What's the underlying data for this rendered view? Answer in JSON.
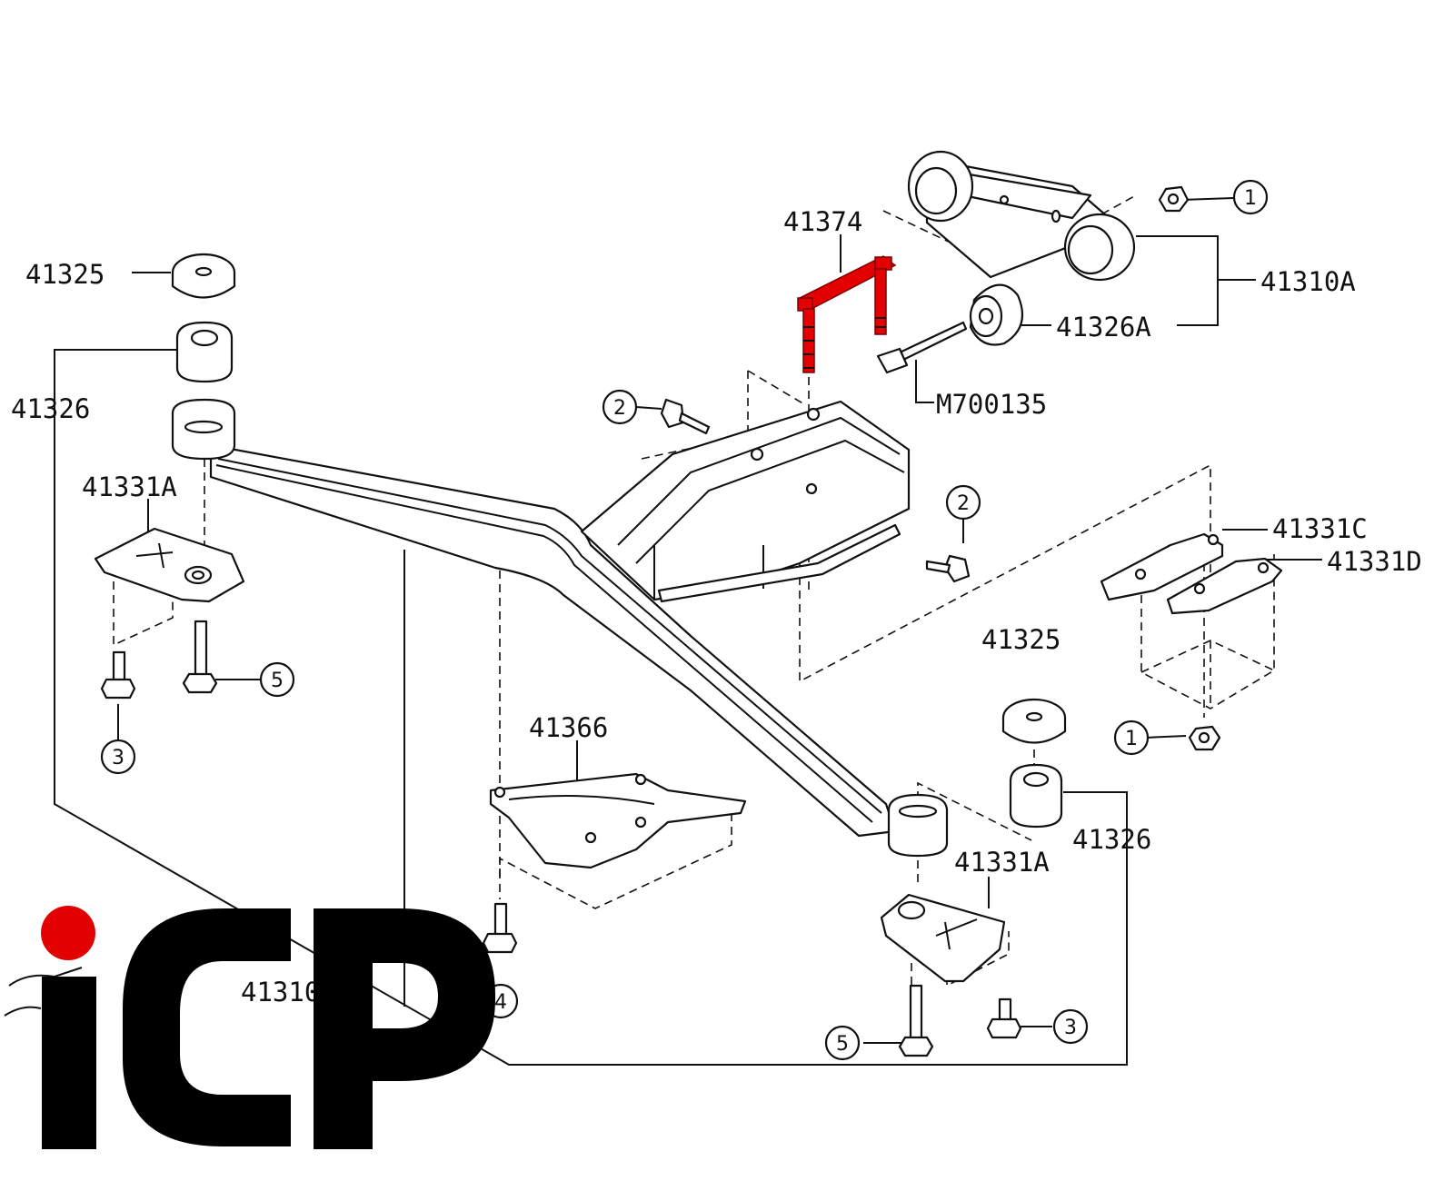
{
  "labels": {
    "p41374": "41374",
    "p41310a": "41310A",
    "p41326a": "41326A",
    "pm700135": "M700135",
    "p41325_left": "41325",
    "p41326_left": "41326",
    "p41331a_left": "41331A",
    "p41331c": "41331C",
    "p41331d": "41331D",
    "p41325_right": "41325",
    "p41326_right": "41326",
    "p41366": "41366",
    "p41331a_right": "41331A",
    "p41310": "41310"
  },
  "callouts": {
    "c1_top": "1",
    "c1_right": "1",
    "c2_left": "2",
    "c2_right": "2",
    "c3_left": "3",
    "c3_right": "3",
    "c4": "4",
    "c5_left": "5",
    "c5_right": "5"
  },
  "logo": {
    "text": "ICP",
    "dot_color": "#e20000",
    "color": "#000000"
  },
  "colors": {
    "highlight": "#e20000",
    "line": "#111111"
  },
  "highlighted_part": "41374"
}
